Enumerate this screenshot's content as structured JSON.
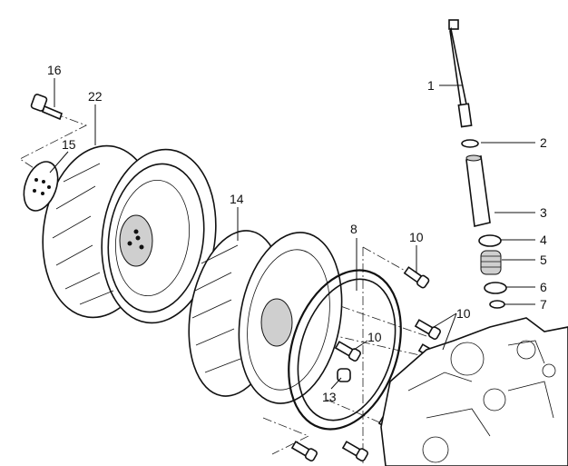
{
  "diagram": {
    "callouts": {
      "c1": "1",
      "c2": "2",
      "c3": "3",
      "c4": "4",
      "c5": "5",
      "c6": "6",
      "c7": "7",
      "c8": "8",
      "c10a": "10",
      "c10b": "10",
      "c10c": "10",
      "c13": "13",
      "c14": "14",
      "c15": "15",
      "c16": "16",
      "c22": "22"
    }
  }
}
